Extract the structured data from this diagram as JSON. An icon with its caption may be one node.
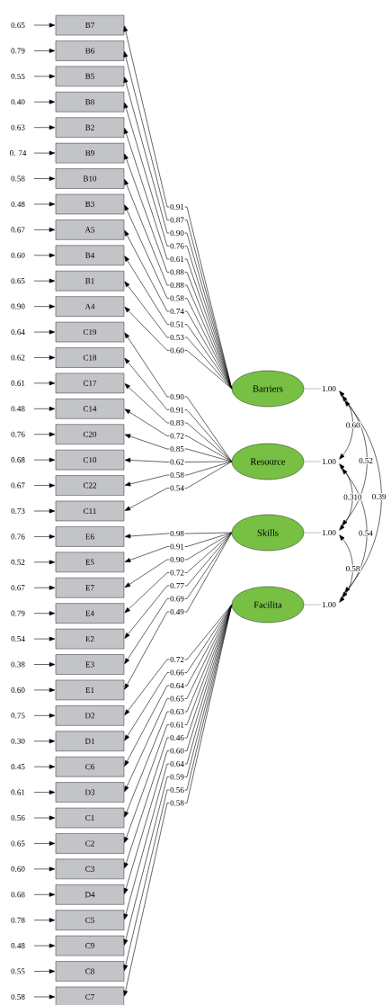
{
  "diagram": {
    "nodes": [
      {
        "text": [
          "B7"
        ]
      },
      {
        "text": [
          "B6"
        ]
      },
      {
        "text": [
          "B5"
        ]
      },
      {
        "text": [
          "B8"
        ]
      },
      {
        "text": [
          "B2"
        ]
      },
      {
        "text": [
          "B9"
        ]
      },
      {
        "text": [
          "B10"
        ]
      },
      {
        "text": [
          "B3"
        ]
      },
      {
        "text": [
          "A5"
        ]
      },
      {
        "text": [
          "B4"
        ]
      },
      {
        "text": [
          "B1"
        ]
      },
      {
        "text": [
          "A4"
        ]
      },
      {
        "text": [
          "C19"
        ]
      },
      {
        "text": [
          "C18"
        ]
      },
      {
        "text": [
          "C17"
        ]
      },
      {
        "text": [
          "C14"
        ]
      },
      {
        "text": [
          "C20"
        ]
      },
      {
        "text": [
          "C10"
        ]
      },
      {
        "text": [
          "C22"
        ]
      },
      {
        "text": [
          "C11"
        ]
      },
      {
        "text": [
          "E6"
        ]
      },
      {
        "text": [
          "E5"
        ]
      },
      {
        "text": [
          "E7"
        ]
      },
      {
        "text": [
          "E4"
        ]
      },
      {
        "text": [
          "E2"
        ]
      },
      {
        "text": [
          "E3"
        ]
      },
      {
        "text": [
          "E1"
        ]
      },
      {
        "text": [
          "D2"
        ]
      },
      {
        "text": [
          "D1"
        ]
      },
      {
        "text": [
          "C6"
        ]
      },
      {
        "text": [
          "D3"
        ]
      },
      {
        "text": [
          "C1"
        ]
      },
      {
        "text": [
          "C2"
        ]
      },
      {
        "text": [
          "C3"
        ]
      },
      {
        "text": [
          "D4"
        ]
      },
      {
        "text": [
          "C5"
        ]
      },
      {
        "text": [
          "C9"
        ]
      },
      {
        "text": [
          "C8"
        ]
      },
      {
        "text": [
          "C7"
        ]
      },
      {
        "text": [
          "Barriers"
        ]
      },
      {
        "text": [
          "Resource"
        ]
      },
      {
        "text": [
          "Skills"
        ]
      },
      {
        "text": [
          "Facilita"
        ]
      },
      {
        "text": [
          "1.00"
        ]
      },
      {
        "text": [
          "1.00"
        ]
      },
      {
        "text": [
          "1.00"
        ]
      },
      {
        "text": [
          "1.00"
        ]
      }
    ],
    "edges": [
      {
        "from": null,
        "to": 0,
        "arrow": "to",
        "label": "0.65"
      },
      {
        "from": null,
        "to": 1,
        "arrow": "to",
        "label": "0.79"
      },
      {
        "from": null,
        "to": 2,
        "arrow": "to",
        "label": "0.55"
      },
      {
        "from": null,
        "to": 3,
        "arrow": "to",
        "label": "0.40"
      },
      {
        "from": null,
        "to": 4,
        "arrow": "to",
        "label": "0.63"
      },
      {
        "from": null,
        "to": 5,
        "arrow": "to",
        "label": "0. 74"
      },
      {
        "from": null,
        "to": 6,
        "arrow": "to",
        "label": "0.58"
      },
      {
        "from": null,
        "to": 7,
        "arrow": "to",
        "label": "0.48"
      },
      {
        "from": null,
        "to": 8,
        "arrow": "to",
        "label": "0.67"
      },
      {
        "from": null,
        "to": 9,
        "arrow": "to",
        "label": "0.60"
      },
      {
        "from": null,
        "to": 10,
        "arrow": "to",
        "label": "0.65"
      },
      {
        "from": null,
        "to": 11,
        "arrow": "to",
        "label": "0.90"
      },
      {
        "from": null,
        "to": 12,
        "arrow": "to",
        "label": "0.64"
      },
      {
        "from": null,
        "to": 13,
        "arrow": "to",
        "label": "0.62"
      },
      {
        "from": null,
        "to": 14,
        "arrow": "to",
        "label": "0.61"
      },
      {
        "from": null,
        "to": 15,
        "arrow": "to",
        "label": "0.48"
      },
      {
        "from": null,
        "to": 16,
        "arrow": "to",
        "label": "0.76"
      },
      {
        "from": null,
        "to": 17,
        "arrow": "to",
        "label": "0.68"
      },
      {
        "from": null,
        "to": 18,
        "arrow": "to",
        "label": "0.67"
      },
      {
        "from": null,
        "to": 19,
        "arrow": "to",
        "label": "0.73"
      },
      {
        "from": null,
        "to": 20,
        "arrow": "to",
        "label": "0.76"
      },
      {
        "from": null,
        "to": 21,
        "arrow": "to",
        "label": "0.52"
      },
      {
        "from": null,
        "to": 22,
        "arrow": "to",
        "label": "0.67"
      },
      {
        "from": null,
        "to": 23,
        "arrow": "to",
        "label": "0.79"
      },
      {
        "from": null,
        "to": 24,
        "arrow": "to",
        "label": "0.54"
      },
      {
        "from": null,
        "to": 25,
        "arrow": "to",
        "label": "0.38"
      },
      {
        "from": null,
        "to": 26,
        "arrow": "to",
        "label": "0.60"
      },
      {
        "from": null,
        "to": 27,
        "arrow": "to",
        "label": "0.75"
      },
      {
        "from": null,
        "to": 28,
        "arrow": "to",
        "label": "0.30"
      },
      {
        "from": null,
        "to": 29,
        "arrow": "to",
        "label": "0.45"
      },
      {
        "from": null,
        "to": 30,
        "arrow": "to",
        "label": "0.61"
      },
      {
        "from": null,
        "to": 31,
        "arrow": "to",
        "label": "0.56"
      },
      {
        "from": null,
        "to": 32,
        "arrow": "to",
        "label": "0.65"
      },
      {
        "from": null,
        "to": 33,
        "arrow": "to",
        "label": "0.60"
      },
      {
        "from": null,
        "to": 34,
        "arrow": "to",
        "label": "0.68"
      },
      {
        "from": null,
        "to": 35,
        "arrow": "to",
        "label": "0.78"
      },
      {
        "from": null,
        "to": 36,
        "arrow": "to",
        "label": "0.48"
      },
      {
        "from": null,
        "to": 37,
        "arrow": "to",
        "label": "0.55"
      },
      {
        "from": null,
        "to": 38,
        "arrow": "to",
        "label": "0.58"
      },
      {
        "from": 39,
        "to": 0,
        "arrow": "to",
        "label": "0.91"
      },
      {
        "from": 39,
        "to": 1,
        "arrow": "to",
        "label": "0.87"
      },
      {
        "from": 39,
        "to": 2,
        "arrow": "to",
        "label": "0.90"
      },
      {
        "from": 39,
        "to": 3,
        "arrow": "to",
        "label": "0.76"
      },
      {
        "from": 39,
        "to": 4,
        "arrow": "to",
        "label": "0.61"
      },
      {
        "from": 39,
        "to": 5,
        "arrow": "to",
        "label": "0.88"
      },
      {
        "from": 39,
        "to": 6,
        "arrow": "to",
        "label": "0.88"
      },
      {
        "from": 39,
        "to": 7,
        "arrow": "to",
        "label": "0.58"
      },
      {
        "from": 39,
        "to": 8,
        "arrow": "to",
        "label": "0.74"
      },
      {
        "from": 39,
        "to": 9,
        "arrow": "to",
        "label": "0.51"
      },
      {
        "from": 39,
        "to": 10,
        "arrow": "to",
        "label": "0.53"
      },
      {
        "from": 39,
        "to": 11,
        "arrow": "to",
        "label": "0.60"
      },
      {
        "from": 40,
        "to": 12,
        "arrow": "to",
        "label": "0.90"
      },
      {
        "from": 40,
        "to": 13,
        "arrow": "to",
        "label": "0.91"
      },
      {
        "from": 40,
        "to": 14,
        "arrow": "to",
        "label": "0.83"
      },
      {
        "from": 40,
        "to": 15,
        "arrow": "to",
        "label": "0.72"
      },
      {
        "from": 40,
        "to": 16,
        "arrow": "to",
        "label": "0.85"
      },
      {
        "from": 40,
        "to": 17,
        "arrow": "to",
        "label": "0.62"
      },
      {
        "from": 40,
        "to": 18,
        "arrow": "to",
        "label": "0.58"
      },
      {
        "from": 40,
        "to": 19,
        "arrow": "to",
        "label": "0.54"
      },
      {
        "from": 41,
        "to": 20,
        "arrow": "to",
        "label": "0.98"
      },
      {
        "from": 41,
        "to": 21,
        "arrow": "to",
        "label": "0.91"
      },
      {
        "from": 41,
        "to": 22,
        "arrow": "to",
        "label": "0.90"
      },
      {
        "from": 41,
        "to": 23,
        "arrow": "to",
        "label": "0.72"
      },
      {
        "from": 41,
        "to": 24,
        "arrow": "to",
        "label": "0.77"
      },
      {
        "from": 41,
        "to": 25,
        "arrow": "to",
        "label": "0.69"
      },
      {
        "from": 41,
        "to": 26,
        "arrow": "to",
        "label": "0.49"
      },
      {
        "from": 42,
        "to": 27,
        "arrow": "to",
        "label": "0.72"
      },
      {
        "from": 42,
        "to": 28,
        "arrow": "to",
        "label": "0.66"
      },
      {
        "from": 42,
        "to": 29,
        "arrow": "to",
        "label": "0.64"
      },
      {
        "from": 42,
        "to": 30,
        "arrow": "to",
        "label": "0.65"
      },
      {
        "from": 42,
        "to": 31,
        "arrow": "to",
        "label": "0.63"
      },
      {
        "from": 42,
        "to": 32,
        "arrow": "to",
        "label": "0.61"
      },
      {
        "from": 42,
        "to": 33,
        "arrow": "to",
        "label": "0.46"
      },
      {
        "from": 42,
        "to": 34,
        "arrow": "to",
        "label": "0.60"
      },
      {
        "from": 42,
        "to": 35,
        "arrow": "to",
        "label": "0.64"
      },
      {
        "from": 42,
        "to": 36,
        "arrow": "to",
        "label": "0.59"
      },
      {
        "from": 42,
        "to": 37,
        "arrow": "to",
        "label": "0.56"
      },
      {
        "from": 42,
        "to": 38,
        "arrow": "to",
        "label": "0.58"
      },
      {
        "from": 39,
        "to": 43,
        "arrow": "none",
        "color": "#999999"
      },
      {
        "from": 40,
        "to": 44,
        "arrow": "none",
        "color": "#999999"
      },
      {
        "from": 41,
        "to": 45,
        "arrow": "none",
        "color": "#999999"
      },
      {
        "from": 42,
        "to": 46,
        "arrow": "none",
        "color": "#999999"
      },
      {
        "from": 43,
        "to": 44,
        "arrow": "both",
        "label": "0.60"
      },
      {
        "from": 44,
        "to": 45,
        "arrow": "both",
        "label": "0.310"
      },
      {
        "from": 45,
        "to": 46,
        "arrow": "both",
        "label": "0.58"
      },
      {
        "from": 43,
        "to": 45,
        "arrow": "both",
        "label": "0.52"
      },
      {
        "from": 44,
        "to": 46,
        "arrow": "both",
        "label": "0.54"
      },
      {
        "from": 43,
        "to": 46,
        "arrow": "both",
        "label": "0.39"
      }
    ]
  }
}
